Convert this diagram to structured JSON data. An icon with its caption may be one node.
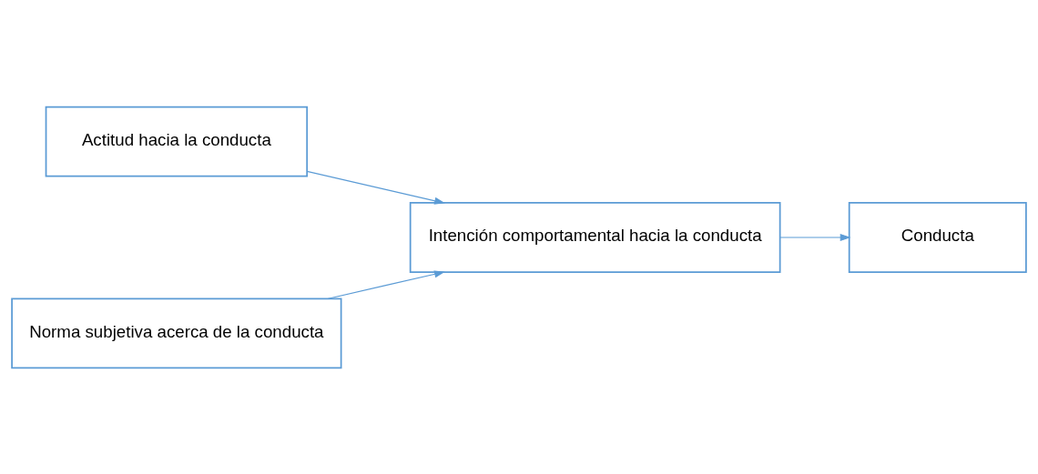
{
  "diagram": {
    "nodes": [
      {
        "text": [
          "Actitud hacia la conducta"
        ]
      },
      {
        "text": [
          "Norma subjetiva acerca de la conducta"
        ]
      },
      {
        "text": [
          "Intención comportamental hacia la conducta"
        ]
      },
      {
        "text": [
          "Conducta"
        ]
      }
    ],
    "edges": [
      {
        "from": 0,
        "to": 2,
        "arrow": "to"
      },
      {
        "from": 1,
        "to": 2,
        "arrow": "to"
      },
      {
        "from": 2,
        "to": 3,
        "arrow": "to"
      }
    ]
  }
}
